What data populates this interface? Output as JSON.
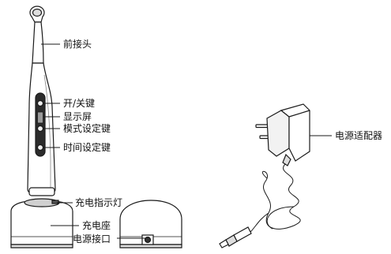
{
  "labels": {
    "front_connector": "前接头",
    "power_switch": "开/关键",
    "display": "显示屏",
    "mode_key": "模式设定键",
    "time_key": "时间设定键",
    "charge_indicator": "充电指示灯",
    "charging_base": "充电座",
    "power_port": "电源接口",
    "power_adapter": "电源适配器"
  },
  "colors": {
    "outline": "#1a1a1a",
    "body_fill": "#ffffff",
    "panel_fill": "#2b2b2b",
    "text": "#111111"
  }
}
